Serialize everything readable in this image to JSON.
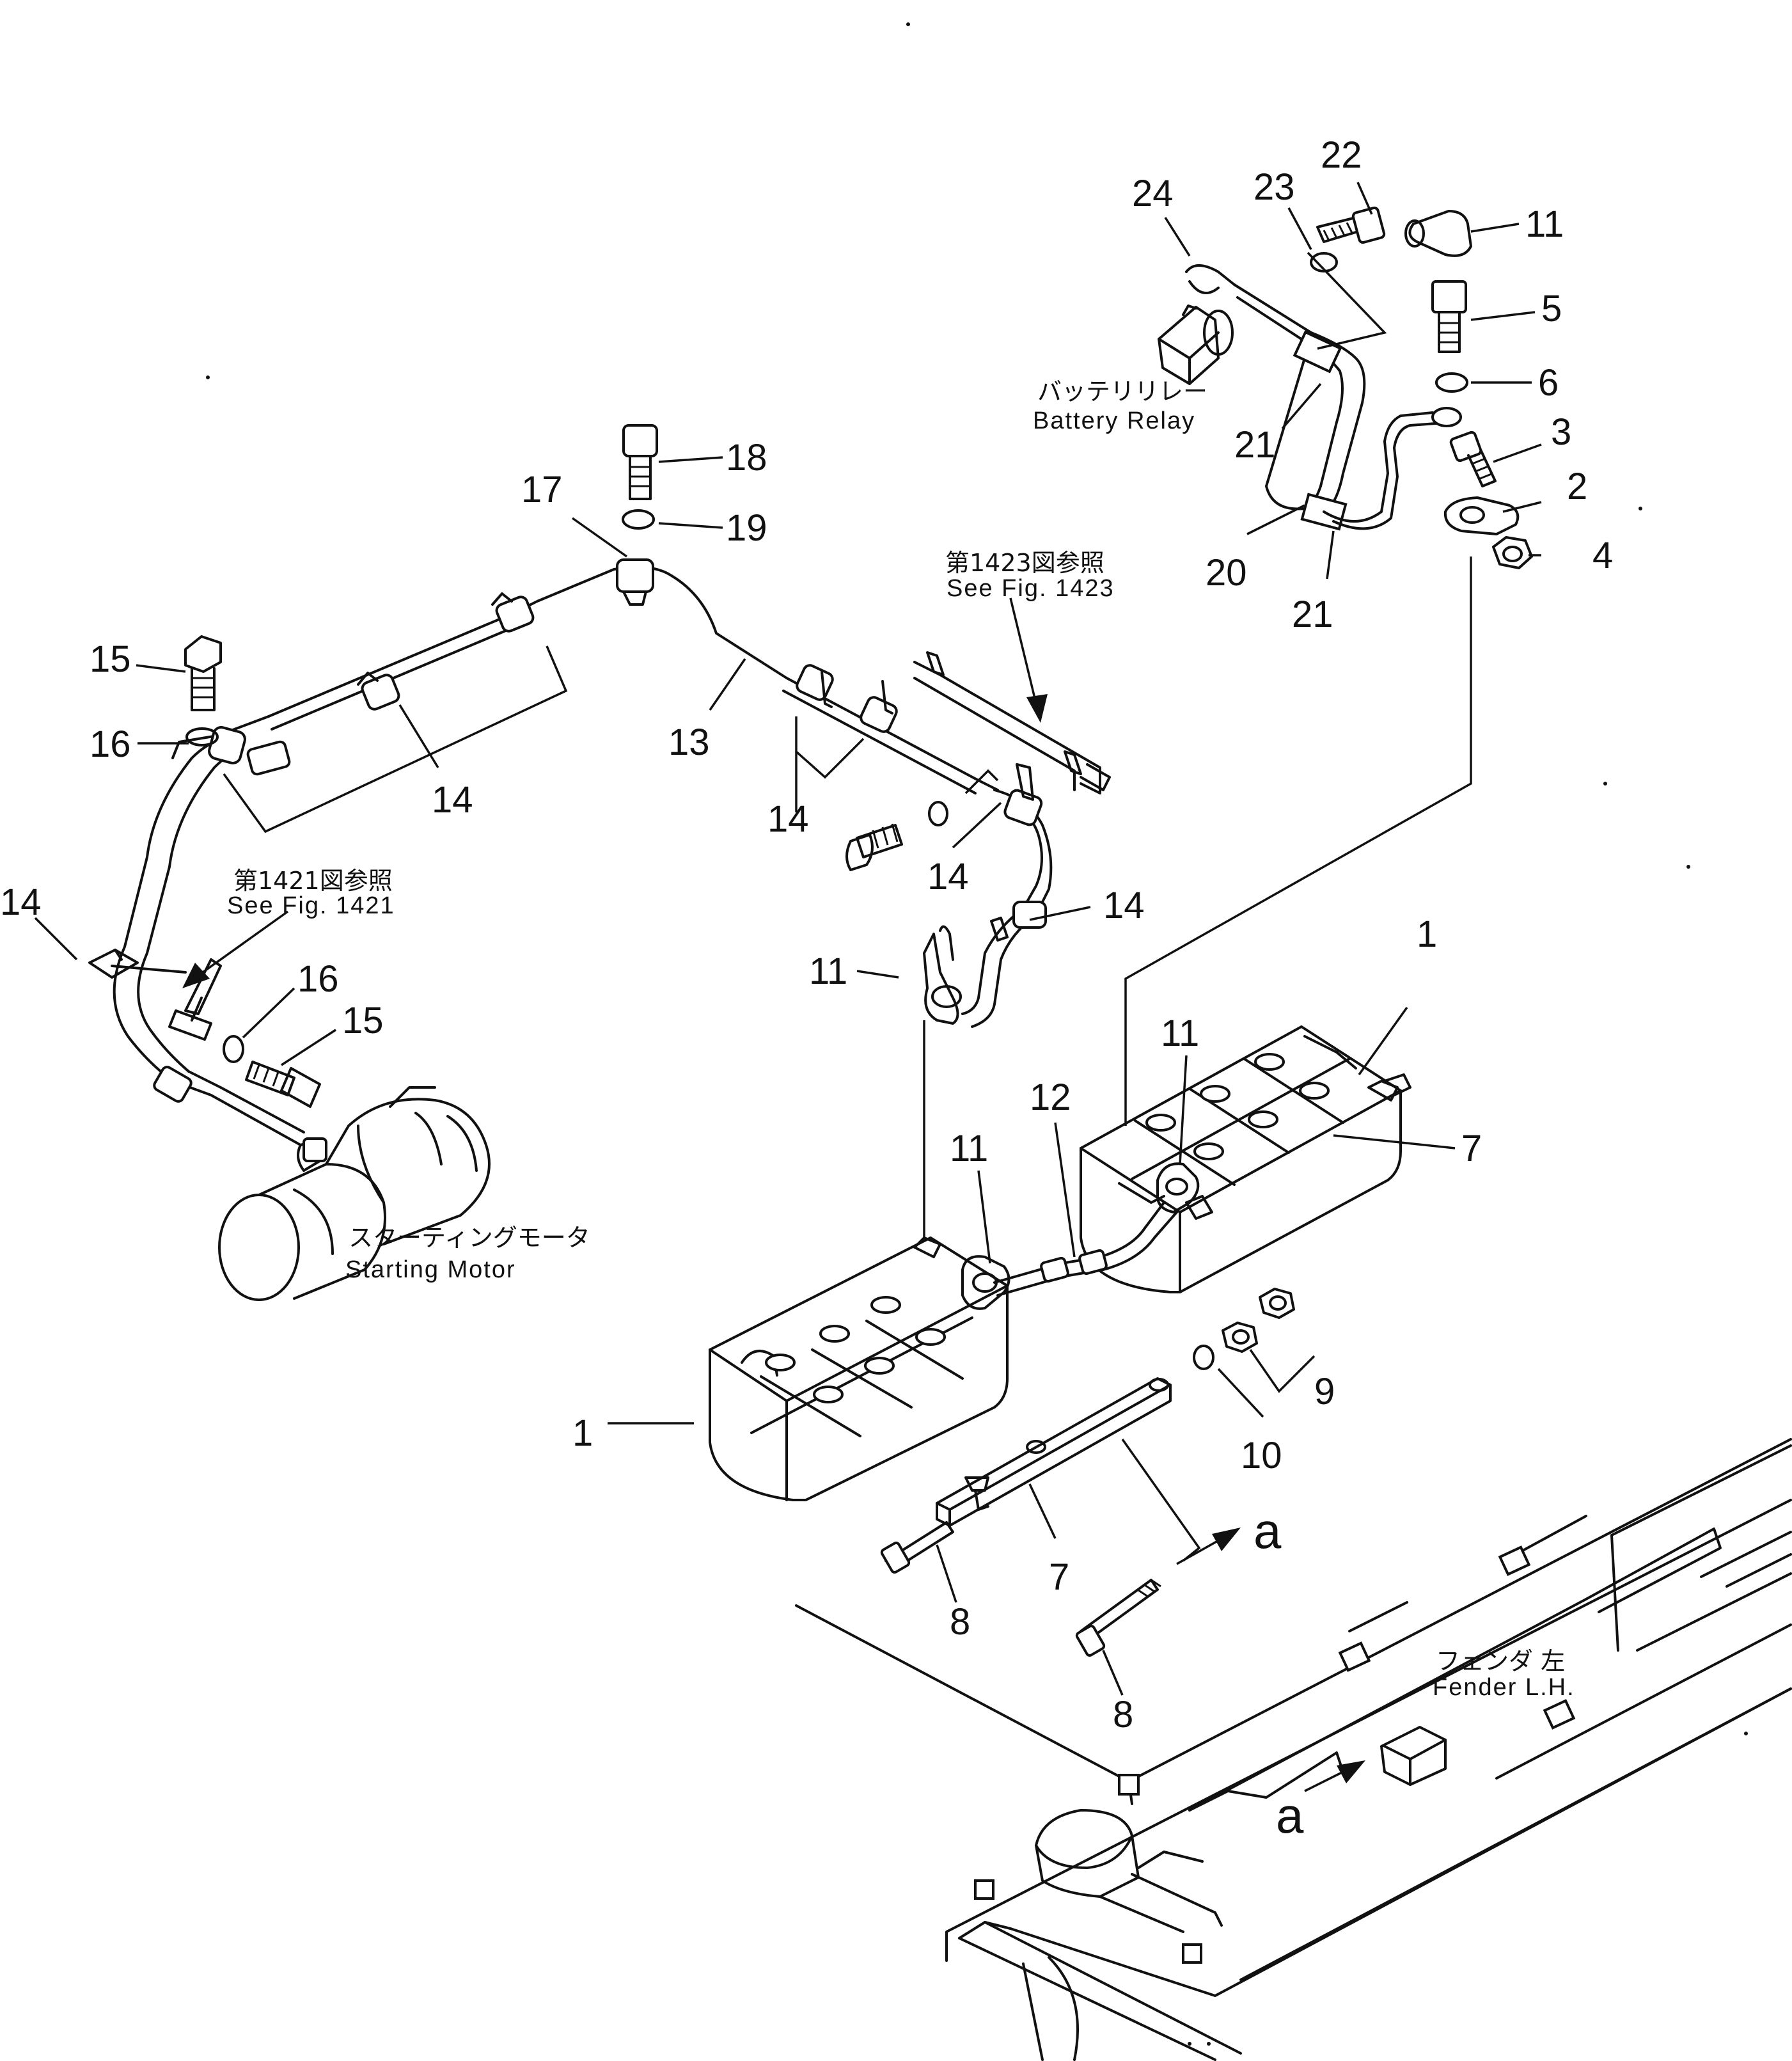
{
  "callouts": [
    {
      "id": "c1a",
      "text": "1"
    },
    {
      "id": "c1b",
      "text": "1"
    },
    {
      "id": "c2",
      "text": "2"
    },
    {
      "id": "c3",
      "text": "3"
    },
    {
      "id": "c4",
      "text": "4"
    },
    {
      "id": "c5",
      "text": "5"
    },
    {
      "id": "c6",
      "text": "6"
    },
    {
      "id": "c7a",
      "text": "7"
    },
    {
      "id": "c7b",
      "text": "7"
    },
    {
      "id": "c8a",
      "text": "8"
    },
    {
      "id": "c8b",
      "text": "8"
    },
    {
      "id": "c9",
      "text": "9"
    },
    {
      "id": "c10",
      "text": "10"
    },
    {
      "id": "c11a",
      "text": "11"
    },
    {
      "id": "c11b",
      "text": "11"
    },
    {
      "id": "c11c",
      "text": "11"
    },
    {
      "id": "c11d",
      "text": "11"
    },
    {
      "id": "c12",
      "text": "12"
    },
    {
      "id": "c13",
      "text": "13"
    },
    {
      "id": "c14a",
      "text": "14"
    },
    {
      "id": "c14b",
      "text": "14"
    },
    {
      "id": "c14c",
      "text": "14"
    },
    {
      "id": "c14d",
      "text": "14"
    },
    {
      "id": "c14e",
      "text": "14"
    },
    {
      "id": "c15a",
      "text": "15"
    },
    {
      "id": "c15b",
      "text": "15"
    },
    {
      "id": "c16a",
      "text": "16"
    },
    {
      "id": "c16b",
      "text": "16"
    },
    {
      "id": "c17",
      "text": "17"
    },
    {
      "id": "c18",
      "text": "18"
    },
    {
      "id": "c19",
      "text": "19"
    },
    {
      "id": "c20",
      "text": "20"
    },
    {
      "id": "c21a",
      "text": "21"
    },
    {
      "id": "c21b",
      "text": "21"
    },
    {
      "id": "c22",
      "text": "22"
    },
    {
      "id": "c23",
      "text": "23"
    },
    {
      "id": "c24",
      "text": "24"
    }
  ],
  "labels": {
    "battery_relay_jp": "バッテリリレー",
    "battery_relay_en": "Battery  Relay",
    "see_1423_jp": "第1423図参照",
    "see_1423_en": "See  Fig. 1423",
    "see_1421_jp": "第1421図参照",
    "see_1421_en": "See  Fig. 1421",
    "starting_motor_jp": "スターティングモータ",
    "starting_motor_en": "Starting  Motor",
    "fender_jp": "フェンダ  左",
    "fender_en": "Fender  L.H.",
    "view_a": "a",
    "view_a2": "a"
  }
}
